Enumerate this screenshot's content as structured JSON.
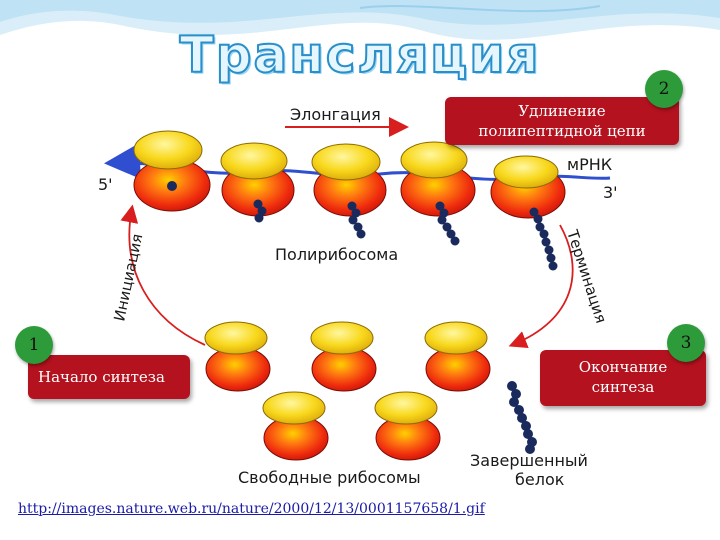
{
  "title": "Трансляция",
  "diagram": {
    "elongation": "Элонгация",
    "mrna": "мРНК",
    "five_prime": "5'",
    "three_prime": "3'",
    "polyribosome": "Полирибосома",
    "initiation": "Инициация",
    "termination": "Терминация",
    "free_ribosomes": "Свободные рибосомы",
    "finished_protein_line1": "Завершенный",
    "finished_protein_line2": "белок"
  },
  "callouts": [
    {
      "number": "2",
      "label_line1": "Удлинение",
      "label_line2": "полипептидной цепи"
    },
    {
      "number": "1",
      "label": "Начало синтеза"
    },
    {
      "number": "3",
      "label_line1": "Окончание",
      "label_line2": "синтеза"
    }
  ],
  "source_link": "http://images.nature.web.ru/nature/2000/12/13/0001157658/1.gif",
  "colors": {
    "ribosome_large": "#e8200c",
    "ribosome_small": "#f7d21a",
    "chain": "#1a2a5c",
    "mrna": "#2f4fd0",
    "callout_box": "#b3121e",
    "callout_number": "#2e9b3a",
    "arrow": "#d81e1e",
    "title": "#2a8fc9"
  }
}
